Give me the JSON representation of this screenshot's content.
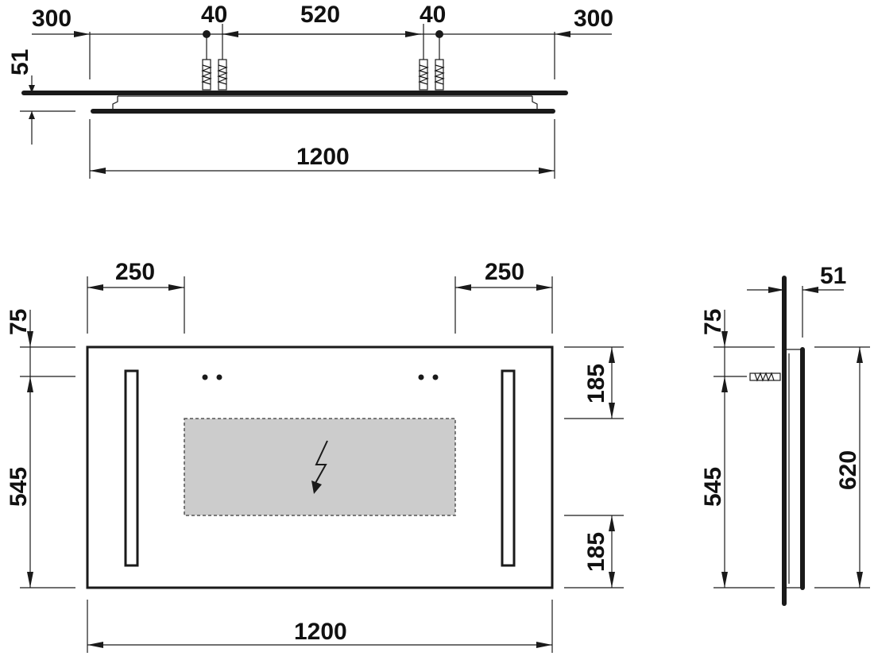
{
  "top_view": {
    "dims": {
      "left_offset": "300",
      "anchor_gap_left": "40",
      "anchor_span": "520",
      "anchor_gap_right": "40",
      "right_offset": "300",
      "depth": "51",
      "total_width": "1200"
    }
  },
  "front_view": {
    "dims": {
      "light_left_inset": "250",
      "light_right_inset": "250",
      "top_margin": "75",
      "mount_height": "545",
      "upper_reserve": "185",
      "lower_reserve": "185",
      "total_width": "1200"
    },
    "power_zone_icon": "lightning-icon",
    "power_zone_color": "#cccccc"
  },
  "side_view": {
    "dims": {
      "depth": "51",
      "top_margin": "75",
      "mount_height": "545",
      "total_height": "620"
    }
  }
}
